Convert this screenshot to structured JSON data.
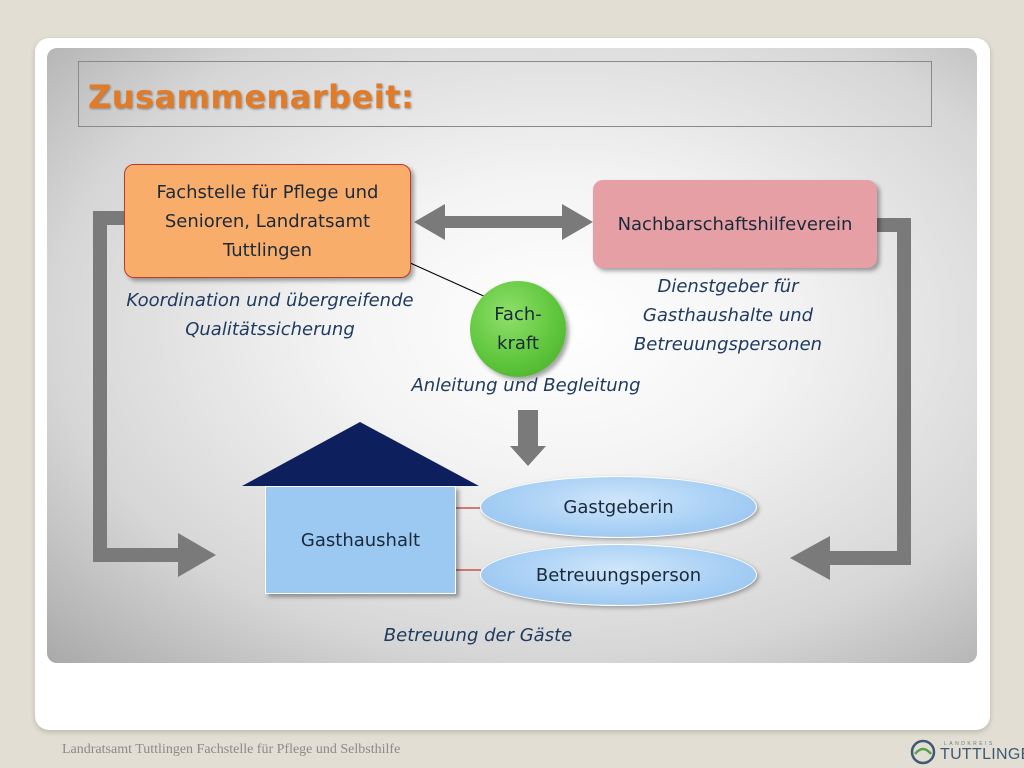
{
  "slide": {
    "title": "Zusammenarbeit:",
    "title_color": "#e07b2a"
  },
  "diagram": {
    "fachstelle_box": {
      "lines": [
        "Fachstelle für Pflege und",
        "Senioren, Landratsamt",
        "Tuttlingen"
      ],
      "color": "#f9ad6b"
    },
    "nachbar_box": {
      "label": "Nachbarschaftshilfeverein",
      "color": "#e59fa5"
    },
    "fachkraft_circle": {
      "lines": [
        "Fach-",
        "kraft"
      ],
      "color": "#5cc43a"
    },
    "gasthaushalt_house": {
      "label": "Gasthaushalt",
      "roof_color": "#0d1f5c",
      "body_color": "#9cc9f2"
    },
    "gastgeberin_ellipse": {
      "label": "Gastgeberin"
    },
    "betreuungsperson_ellipse": {
      "label": "Betreuungsperson"
    },
    "captions": {
      "koordination": [
        "Koordination und übergreifende",
        "Qualitätssicherung"
      ],
      "dienstgeber": [
        "Dienstgeber für",
        "Gasthaushalte und",
        "Betreuungspersonen"
      ],
      "anleitung": "Anleitung und Begleitung",
      "betreuung": "Betreuung der Gäste"
    },
    "arrow_color": "#7a7a7a"
  },
  "footer": {
    "text": "Landratsamt Tuttlingen Fachstelle für Pflege und Selbsthilfe",
    "logo_top": "LANDKREIS",
    "logo_name": "TUTTLINGEN"
  }
}
